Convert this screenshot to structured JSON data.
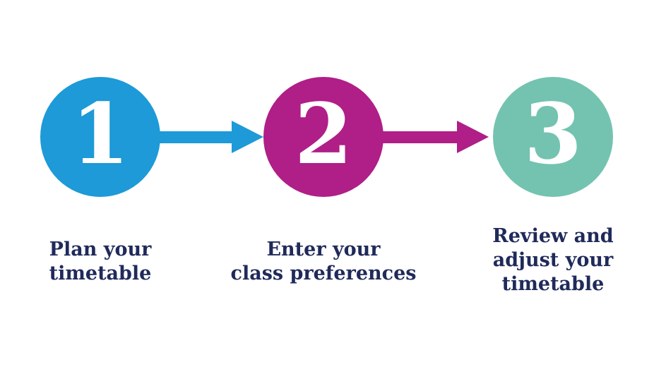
{
  "figure": {
    "type": "process-steps-diagram",
    "background_color": "#ffffff",
    "label_text_color": "#202a5a",
    "number_text_color": "#ffffff"
  },
  "steps": [
    {
      "number": "1",
      "label": "Plan your\ntimetable",
      "color": "#1d9ad7"
    },
    {
      "number": "2",
      "label": "Enter your\nclass preferences",
      "color": "#b01e87"
    },
    {
      "number": "3",
      "label": "Review and\nadjust your\ntimetable",
      "color": "#73c3b0"
    }
  ],
  "arrows": [
    {
      "direction": "right",
      "color": "#1d9ad7"
    },
    {
      "direction": "right",
      "color": "#b01e87"
    }
  ]
}
